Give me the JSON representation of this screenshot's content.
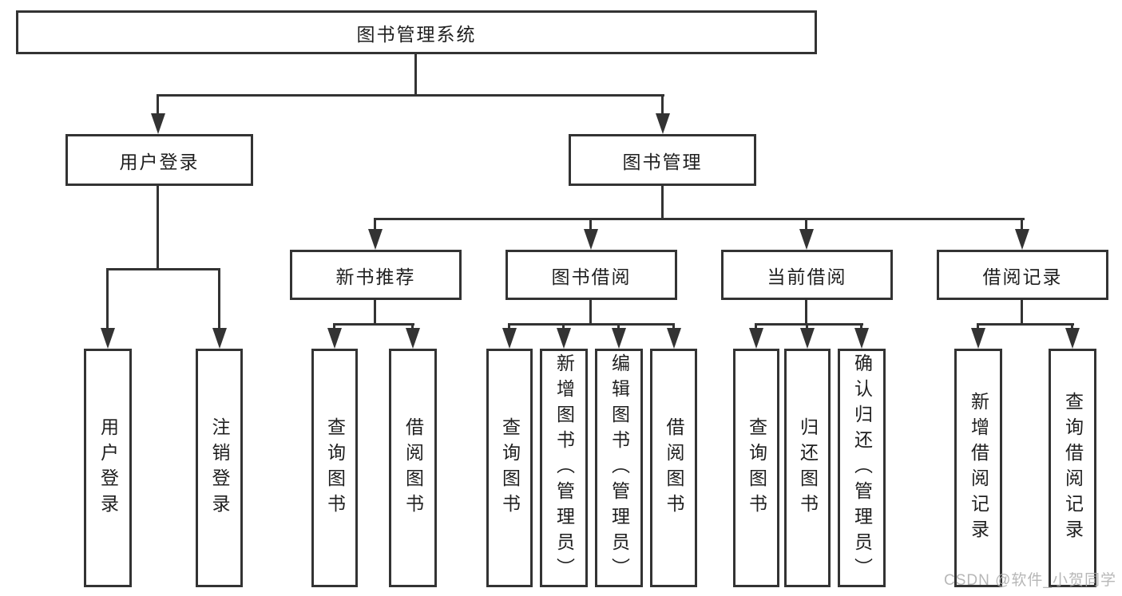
{
  "diagram": {
    "type": "hierarchy-diagram",
    "tree": {
      "label": "图书管理系统",
      "children": [
        {
          "label": "用户登录",
          "children": [
            {
              "label": "用户登录"
            },
            {
              "label": "注销登录"
            }
          ]
        },
        {
          "label": "图书管理",
          "children": [
            {
              "label": "新书推荐",
              "children": [
                {
                  "label": "查询图书"
                },
                {
                  "label": "借阅图书"
                }
              ]
            },
            {
              "label": "图书借阅",
              "children": [
                {
                  "label": "查询图书"
                },
                {
                  "label": "新增图书（管理员）"
                },
                {
                  "label": "编辑图书（管理员）"
                },
                {
                  "label": "借阅图书"
                }
              ]
            },
            {
              "label": "当前借阅",
              "children": [
                {
                  "label": "查询图书"
                },
                {
                  "label": "归还图书"
                },
                {
                  "label": "确认归还（管理员）"
                }
              ]
            },
            {
              "label": "借阅记录",
              "children": [
                {
                  "label": "新增借阅记录"
                },
                {
                  "label": "查询借阅记录"
                }
              ]
            }
          ]
        }
      ]
    },
    "watermark": "CSDN @软件_小贺同学"
  },
  "colors": {
    "line": "#333333",
    "text": "#1f1f1f",
    "watermark": "#ababab",
    "background": "#ffffff"
  }
}
